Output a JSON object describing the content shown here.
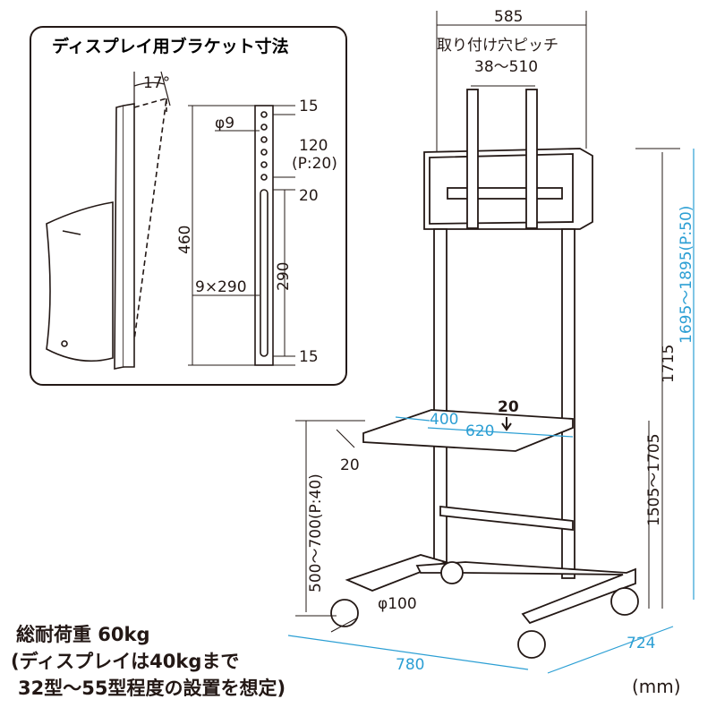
{
  "inset": {
    "title": "ディスプレイ用ブラケット寸法",
    "angle": "17°",
    "hole": "φ9",
    "top_margin": "15",
    "hole_range": "120",
    "hole_pitch": "(P:20)",
    "gap": "20",
    "height": "460",
    "slot_length": "290",
    "slot": "9×290",
    "bottom_margin": "15"
  },
  "stand": {
    "top_width": "585",
    "hole_pitch_label": "取り付け穴ピッチ",
    "hole_pitch_range": "38～510",
    "center_height_range": "1695～1895(P:50)",
    "total_height": "1715",
    "shelf_height_range": "1505～1705",
    "shelf_thickness": "20",
    "shelf_depth": "400",
    "shelf_width": "620",
    "shelf_side": "20",
    "lower_range": "500～700(P:40)",
    "caster": "φ100",
    "base_width": "780",
    "base_depth": "724"
  },
  "notes": {
    "line1": "総耐荷重 60kg",
    "line2": "(ディスプレイは40kgまで",
    "line3": "32型～55型程度の設置を想定)"
  },
  "unit": "(mm)",
  "colors": {
    "line": "#231815",
    "accent": "#2c9fd4",
    "panel": "#f2f2f2"
  }
}
